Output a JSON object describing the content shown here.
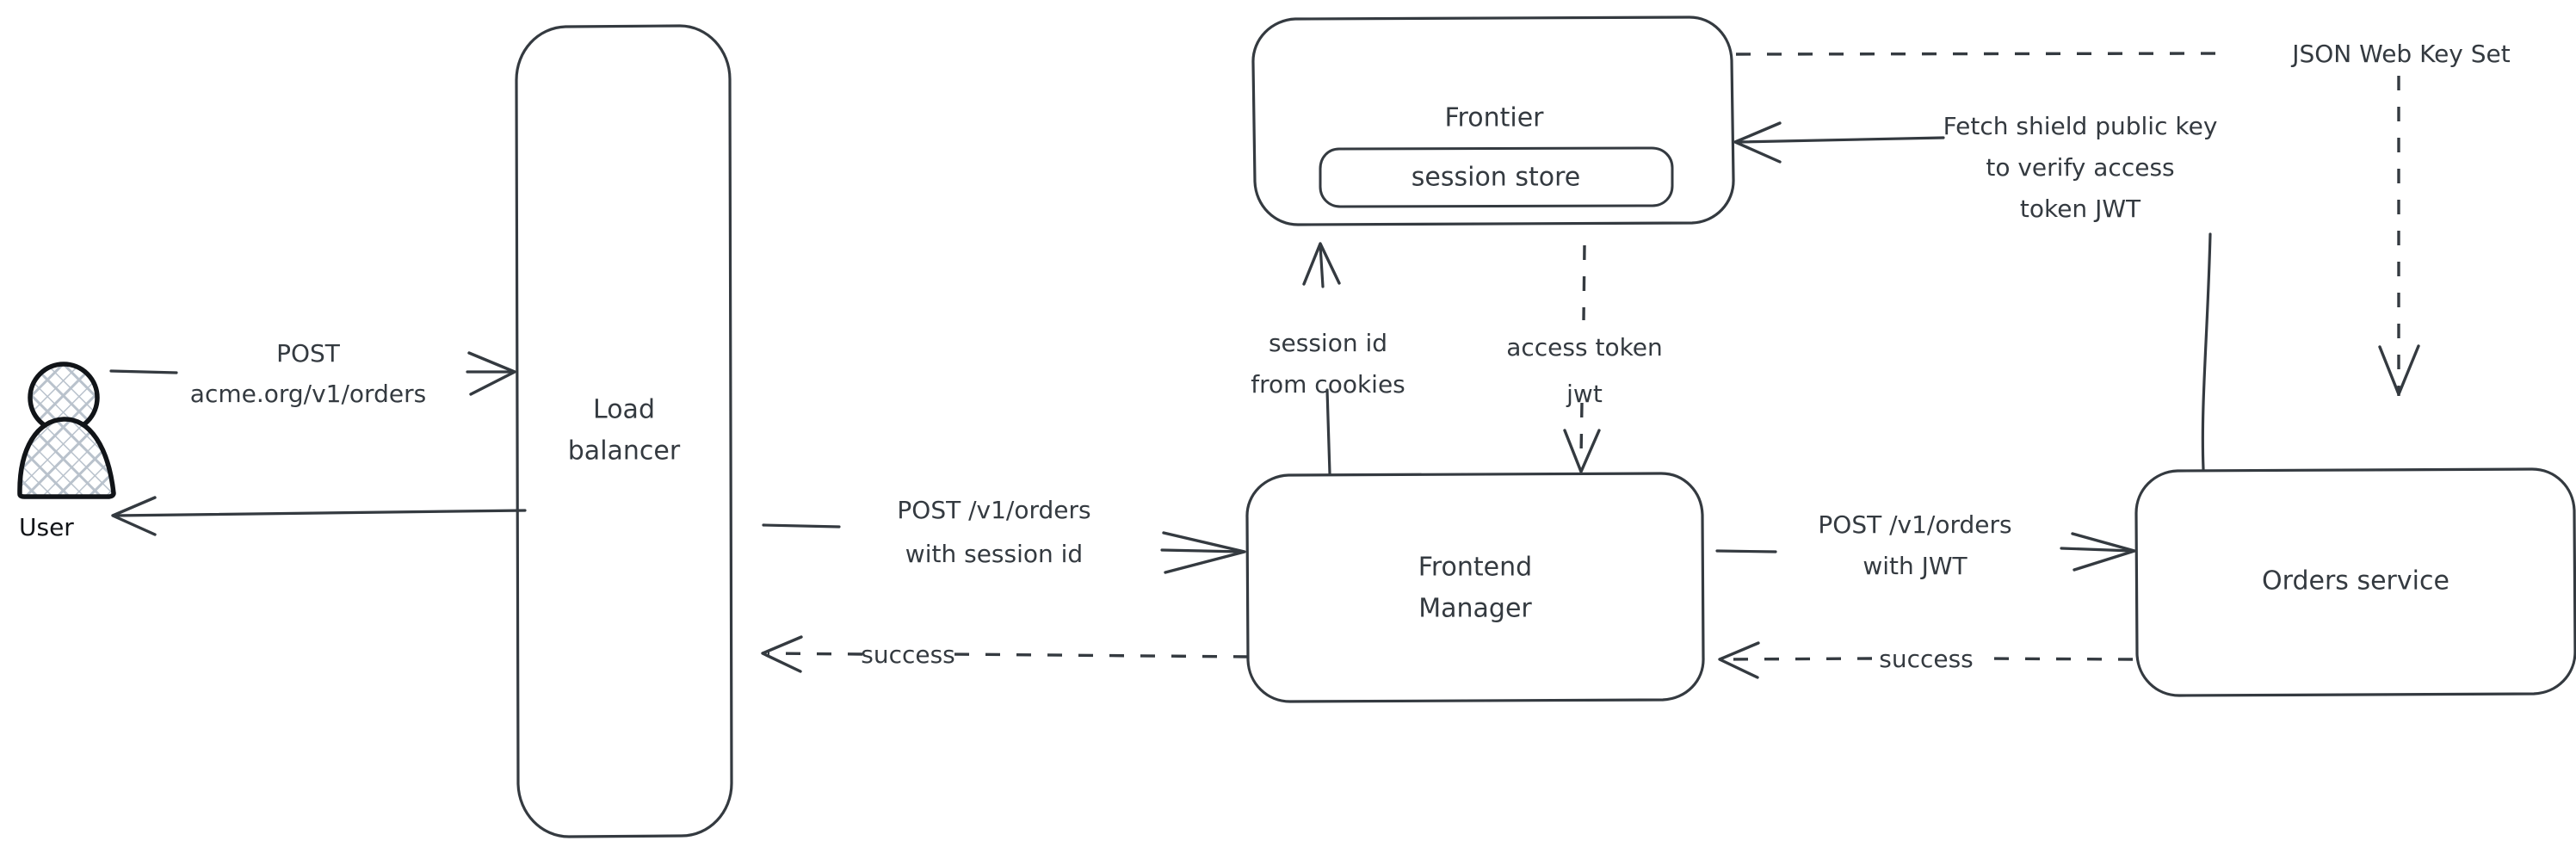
{
  "diagram": {
    "title": "Request flow: user order via load balancer, frontend manager, orders service",
    "stroke_color": "#343a40",
    "background_color": "#ffffff",
    "accent_color": "#111418",
    "nodes": [
      {
        "id": "user",
        "label": "User",
        "shape": "person"
      },
      {
        "id": "load-balancer",
        "label_line1": "Load",
        "label_line2": "balancer",
        "shape": "rounded-rect-tall"
      },
      {
        "id": "frontier",
        "label": "Frontier",
        "shape": "rounded-rect"
      },
      {
        "id": "session-store",
        "label": "session store",
        "shape": "rounded-rect-inner"
      },
      {
        "id": "frontend-manager",
        "label_line1": "Frontend",
        "label_line2": "Manager",
        "shape": "rounded-rect"
      },
      {
        "id": "orders-service",
        "label": "Orders service",
        "shape": "rounded-rect"
      }
    ],
    "edges": [
      {
        "id": "user-to-lb",
        "from": "user",
        "to": "load-balancer",
        "style": "solid",
        "direction": "right",
        "label_line1": "POST",
        "label_line2": "acme.org/v1/orders"
      },
      {
        "id": "lb-to-user",
        "from": "load-balancer",
        "to": "user",
        "style": "solid",
        "direction": "left",
        "label_line1": "",
        "label_line2": ""
      },
      {
        "id": "lb-to-fm",
        "from": "load-balancer",
        "to": "frontend-manager",
        "style": "solid",
        "direction": "right",
        "label_line1": "POST /v1/orders",
        "label_line2": "with session id"
      },
      {
        "id": "fm-to-lb",
        "from": "frontend-manager",
        "to": "load-balancer",
        "style": "dashed",
        "direction": "left",
        "label_line1": "success",
        "label_line2": ""
      },
      {
        "id": "fm-to-orders",
        "from": "frontend-manager",
        "to": "orders-service",
        "style": "solid",
        "direction": "right",
        "label_line1": "POST /v1/orders",
        "label_line2": "with JWT"
      },
      {
        "id": "orders-to-fm",
        "from": "orders-service",
        "to": "frontend-manager",
        "style": "dashed",
        "direction": "left",
        "label_line1": "success",
        "label_line2": ""
      },
      {
        "id": "fm-to-frontier",
        "from": "frontend-manager",
        "to": "frontier",
        "style": "solid",
        "direction": "up",
        "label_line1": "session id",
        "label_line2": "from cookies"
      },
      {
        "id": "frontier-to-fm",
        "from": "frontier",
        "to": "frontend-manager",
        "style": "dashed",
        "direction": "down",
        "label_line1": "access token",
        "label_line2": "jwt"
      },
      {
        "id": "orders-to-frontier",
        "from": "orders-service",
        "to": "frontier",
        "style": "solid",
        "direction": "left",
        "label_line1": "Fetch shield public key",
        "label_line2": "to verify access",
        "label_line3": "token JWT"
      },
      {
        "id": "frontier-to-orders-jwks",
        "from": "frontier",
        "to": "orders-service",
        "style": "dashed",
        "direction": "down",
        "label_line1": "JSON Web Key Set",
        "label_line2": ""
      }
    ]
  },
  "labels": {
    "user": "User",
    "load_balancer_l1": "Load",
    "load_balancer_l2": "balancer",
    "frontier": "Frontier",
    "session_store": "session store",
    "frontend_manager_l1": "Frontend",
    "frontend_manager_l2": "Manager",
    "orders_service": "Orders service",
    "post_method": "POST",
    "post_url": "acme.org/v1/orders",
    "post_orders_session_l1": "POST /v1/orders",
    "post_orders_session_l2": "with session id",
    "success_lb": "success",
    "post_orders_jwt_l1": "POST /v1/orders",
    "post_orders_jwt_l2": "with JWT",
    "success_orders": "success",
    "session_id_l1": "session id",
    "session_id_l2": "from cookies",
    "access_token_l1": "access token",
    "access_token_l2": "jwt",
    "fetch_key_l1": "Fetch shield public key",
    "fetch_key_l2": "to verify access",
    "fetch_key_l3": "token JWT",
    "jwks": "JSON Web Key Set"
  }
}
